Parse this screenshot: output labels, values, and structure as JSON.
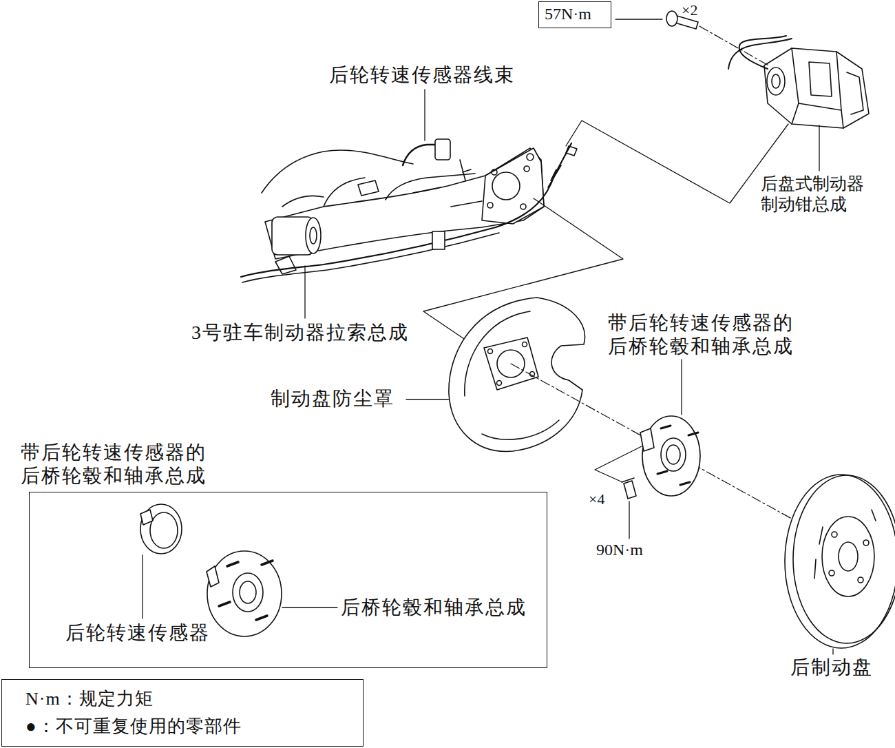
{
  "diagram": {
    "nodes": [
      {
        "text": [
          "57N·m"
        ]
      },
      {
        "text": [
          "带后轮转速传感器的 后桥轮毂和轴承总成",
          "后轮转速传感器",
          "后桥轮毂和轴承总成"
        ]
      },
      {
        "text": [
          "N·m：规定力矩",
          "●：不可重复使用的零部件"
        ]
      }
    ],
    "labels": [
      "×2",
      "后轮转速传感器线束",
      "后盘式制动器 制动钳总成",
      "3号驻车制动器拉索总成",
      "制动盘防尘罩",
      "带后轮转速传感器的 后桥轮毂和轴承总成",
      "×4",
      "90N·m",
      "后制动盘"
    ]
  }
}
